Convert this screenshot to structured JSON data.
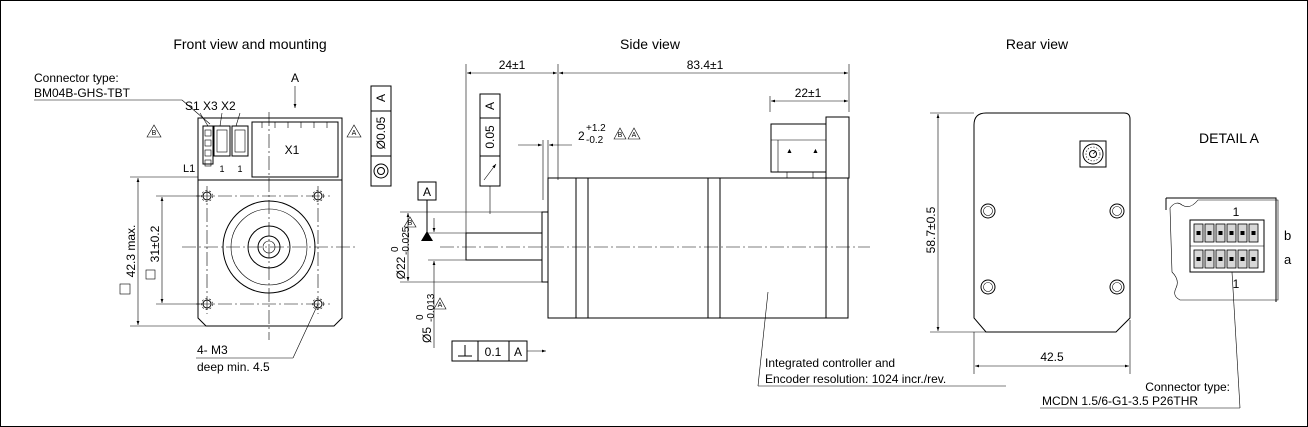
{
  "titles": {
    "front": "Front view and mounting",
    "side": "Side view",
    "rear": "Rear view",
    "detail": "DETAIL A"
  },
  "front": {
    "connector_label": "Connector type:",
    "connector_part": "BM04B-GHS-TBT",
    "conn_names": "S1 X3 X2",
    "x1": "X1",
    "l1": "L1",
    "pin1a": "1",
    "pin1b": "1",
    "view_arrow": "A",
    "dim_square": "42.3 max.",
    "dim_holes": "31±0.2",
    "hole_note_1": "4- M3",
    "hole_note_2": "deep min. 4.5",
    "mark_b": "B",
    "mark_a": "A"
  },
  "side": {
    "dim_24": "24±1",
    "dim_83": "83.4±1",
    "dim_22": "22±1",
    "tol_conc_val": "Ø0.05",
    "tol_conc_ref": "A",
    "tol_runout_val": "0.05",
    "tol_runout_ref": "A",
    "dim_2_base": "2",
    "dim_2_up": "+1.2",
    "dim_2_lo": "-0.2",
    "datum": "A",
    "dia22": "Ø22",
    "dia22_up": "0",
    "dia22_lo": "-0.025",
    "dia5": "Ø5",
    "dia5_up": "0",
    "dia5_lo": "-0.013",
    "perp_val": "0.1",
    "perp_ref": "A",
    "note_1": "Integrated controller and",
    "note_2": "Encoder resolution: 1024 incr./rev.",
    "mark_b": "B",
    "mark_a": "A"
  },
  "rear": {
    "dim_h": "58.7±0.5",
    "dim_w": "42.5"
  },
  "detail": {
    "pin1_top": "1",
    "row_b": "b",
    "row_a": "a",
    "pin1_bottom": "1",
    "connector_label": "Connector type:",
    "connector_part": "MCDN 1.5/6-G1-3.5 P26THR"
  }
}
